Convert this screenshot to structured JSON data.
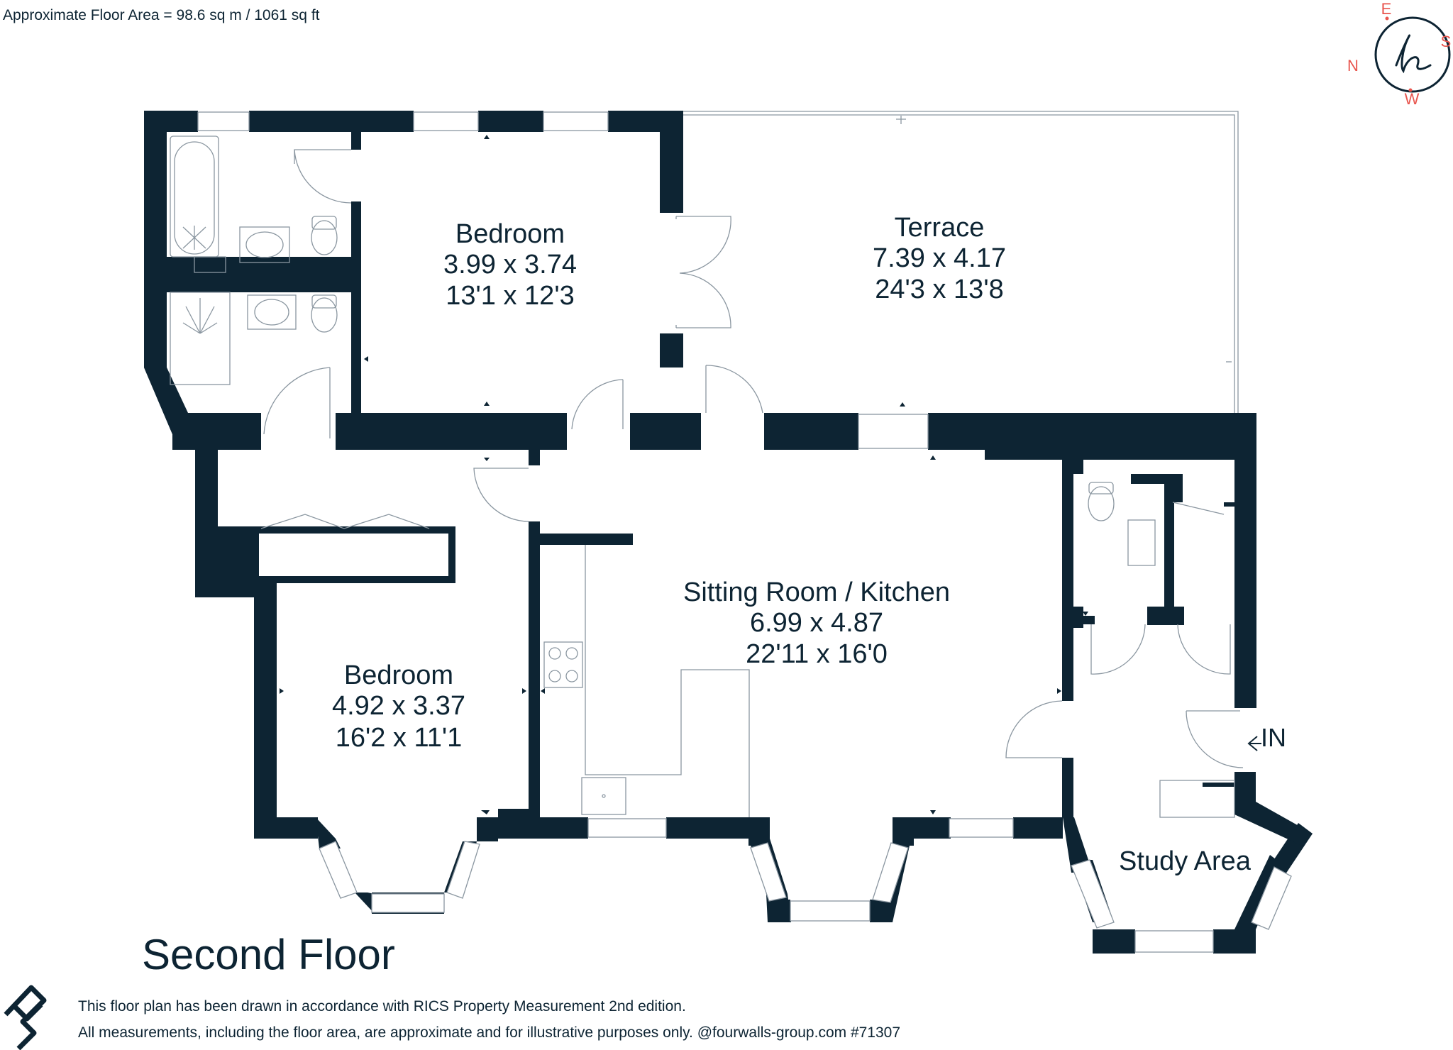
{
  "header": {
    "floor_area": "Approximate Floor Area = 98.6 sq m / 1061 sq ft"
  },
  "compass": {
    "north": "N",
    "east": "E",
    "south": "S",
    "west": "W",
    "accent_color": "#e8554e",
    "logo_icon": "script-h-logo-icon"
  },
  "rooms": {
    "bedroom1": {
      "name": "Bedroom",
      "metric": "3.99 x 3.74",
      "imperial": "13'1 x 12'3"
    },
    "terrace": {
      "name": "Terrace",
      "metric": "7.39 x 4.17",
      "imperial": "24'3 x 13'8"
    },
    "sitting": {
      "name": "Sitting Room / Kitchen",
      "metric": "6.99 x 4.87",
      "imperial": "22'11 x 16'0"
    },
    "bedroom2": {
      "name": "Bedroom",
      "metric": "4.92 x 3.37",
      "imperial": "16'2 x 11'1"
    },
    "study": {
      "name": "Study Area"
    }
  },
  "entrance": {
    "label": "IN"
  },
  "floor_title": "Second Floor",
  "footer": {
    "line1": "This floor plan has been drawn in accordance with RICS Property Measurement 2nd edition.",
    "line2": "All measurements, including the floor area, are approximate and for illustrative purposes only. @fourwalls-group.com #71307",
    "brand_icon": "fourwalls-logo-icon"
  },
  "colors": {
    "wall": "#0d2433",
    "line": "#8a96a0",
    "background": "#ffffff"
  }
}
